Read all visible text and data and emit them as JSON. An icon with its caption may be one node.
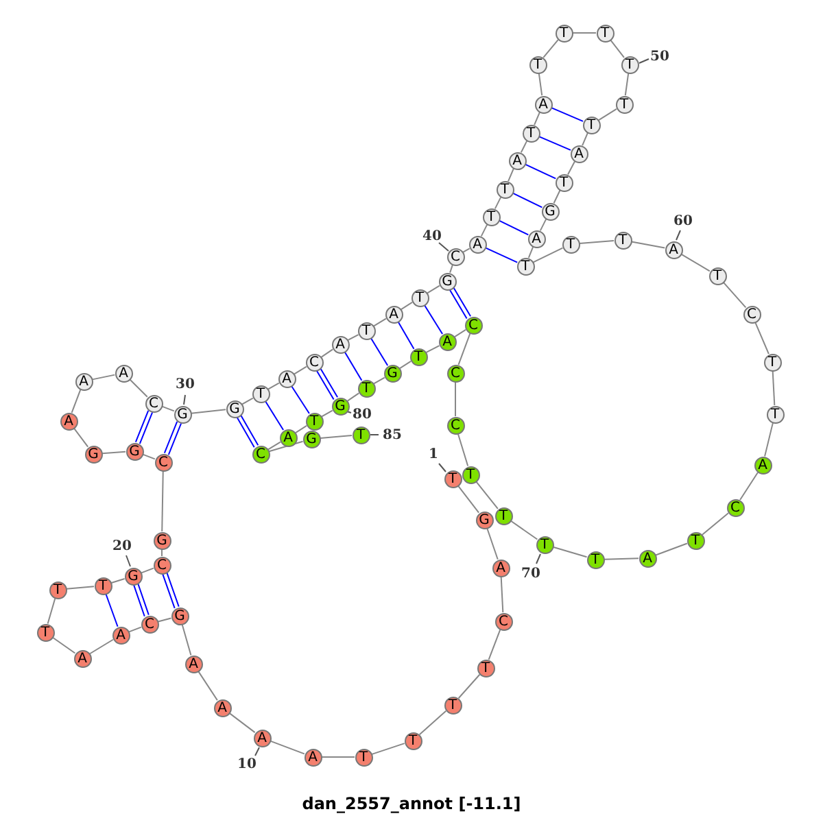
{
  "diagram": {
    "caption": "dan_2557_annot [-11.1]",
    "nodes": [
      {
        "text": [
          "T"
        ],
        "beside": [
          "1"
        ]
      },
      {
        "text": [
          "G"
        ]
      },
      {
        "text": [
          "A"
        ]
      },
      {
        "text": [
          "C"
        ]
      },
      {
        "text": [
          "T"
        ]
      },
      {
        "text": [
          "T"
        ]
      },
      {
        "text": [
          "T"
        ]
      },
      {
        "text": [
          "T"
        ]
      },
      {
        "text": [
          "A"
        ]
      },
      {
        "text": [
          "A"
        ],
        "beside": [
          "10"
        ]
      },
      {
        "text": [
          "A"
        ]
      },
      {
        "text": [
          "A"
        ]
      },
      {
        "text": [
          "G"
        ]
      },
      {
        "text": [
          "C"
        ]
      },
      {
        "text": [
          "A"
        ]
      },
      {
        "text": [
          "A"
        ]
      },
      {
        "text": [
          "T"
        ]
      },
      {
        "text": [
          "T"
        ]
      },
      {
        "text": [
          "T"
        ]
      },
      {
        "text": [
          "G"
        ],
        "beside": [
          "20"
        ]
      },
      {
        "text": [
          "C"
        ]
      },
      {
        "text": [
          "G"
        ]
      },
      {
        "text": [
          "C"
        ]
      },
      {
        "text": [
          "G"
        ]
      },
      {
        "text": [
          "G"
        ]
      },
      {
        "text": [
          "A"
        ]
      },
      {
        "text": [
          "A"
        ]
      },
      {
        "text": [
          "A"
        ]
      },
      {
        "text": [
          "C"
        ]
      },
      {
        "text": [
          "G"
        ],
        "beside": [
          "30"
        ]
      },
      {
        "text": [
          "G"
        ]
      },
      {
        "text": [
          "T"
        ]
      },
      {
        "text": [
          "A"
        ]
      },
      {
        "text": [
          "C"
        ]
      },
      {
        "text": [
          "A"
        ]
      },
      {
        "text": [
          "T"
        ]
      },
      {
        "text": [
          "A"
        ]
      },
      {
        "text": [
          "T"
        ]
      },
      {
        "text": [
          "G"
        ]
      },
      {
        "text": [
          "C"
        ],
        "beside": [
          "40"
        ]
      },
      {
        "text": [
          "A"
        ]
      },
      {
        "text": [
          "T"
        ]
      },
      {
        "text": [
          "T"
        ]
      },
      {
        "text": [
          "A"
        ]
      },
      {
        "text": [
          "T"
        ]
      },
      {
        "text": [
          "A"
        ]
      },
      {
        "text": [
          "T"
        ]
      },
      {
        "text": [
          "T"
        ]
      },
      {
        "text": [
          "T"
        ]
      },
      {
        "text": [
          "T"
        ],
        "beside": [
          "50"
        ]
      },
      {
        "text": [
          "T"
        ]
      },
      {
        "text": [
          "T"
        ]
      },
      {
        "text": [
          "A"
        ]
      },
      {
        "text": [
          "T"
        ]
      },
      {
        "text": [
          "G"
        ]
      },
      {
        "text": [
          "A"
        ]
      },
      {
        "text": [
          "T"
        ]
      },
      {
        "text": [
          "T"
        ]
      },
      {
        "text": [
          "T"
        ]
      },
      {
        "text": [
          "A"
        ],
        "beside": [
          "60"
        ]
      },
      {
        "text": [
          "T"
        ]
      },
      {
        "text": [
          "C"
        ]
      },
      {
        "text": [
          "T"
        ]
      },
      {
        "text": [
          "T"
        ]
      },
      {
        "text": [
          "A"
        ]
      },
      {
        "text": [
          "C"
        ]
      },
      {
        "text": [
          "T"
        ]
      },
      {
        "text": [
          "A"
        ]
      },
      {
        "text": [
          "T"
        ]
      },
      {
        "text": [
          "T"
        ],
        "beside": [
          "70"
        ]
      },
      {
        "text": [
          "T"
        ]
      },
      {
        "text": [
          "T"
        ]
      },
      {
        "text": [
          "C"
        ]
      },
      {
        "text": [
          "C"
        ]
      },
      {
        "text": [
          "C"
        ]
      },
      {
        "text": [
          "A"
        ]
      },
      {
        "text": [
          "T"
        ]
      },
      {
        "text": [
          "G"
        ]
      },
      {
        "text": [
          "T"
        ]
      },
      {
        "text": [
          "G"
        ],
        "beside": [
          "80"
        ]
      },
      {
        "text": [
          "T"
        ]
      },
      {
        "text": [
          "A"
        ]
      },
      {
        "text": [
          "C"
        ]
      },
      {
        "text": [
          "G"
        ]
      },
      {
        "text": [
          "T"
        ],
        "beside": [
          "85"
        ]
      }
    ],
    "edges": [
      {
        "from": 0,
        "to": 1,
        "arrow": "none"
      },
      {
        "from": 1,
        "to": 2,
        "arrow": "none"
      },
      {
        "from": 2,
        "to": 3,
        "arrow": "none"
      },
      {
        "from": 3,
        "to": 4,
        "arrow": "none"
      },
      {
        "from": 4,
        "to": 5,
        "arrow": "none"
      },
      {
        "from": 5,
        "to": 6,
        "arrow": "none"
      },
      {
        "from": 6,
        "to": 7,
        "arrow": "none"
      },
      {
        "from": 7,
        "to": 8,
        "arrow": "none"
      },
      {
        "from": 8,
        "to": 9,
        "arrow": "none"
      },
      {
        "from": 9,
        "to": 10,
        "arrow": "none"
      },
      {
        "from": 10,
        "to": 11,
        "arrow": "none"
      },
      {
        "from": 11,
        "to": 12,
        "arrow": "none"
      },
      {
        "from": 12,
        "to": 13,
        "arrow": "none"
      },
      {
        "from": 13,
        "to": 14,
        "arrow": "none"
      },
      {
        "from": 14,
        "to": 15,
        "arrow": "none"
      },
      {
        "from": 15,
        "to": 16,
        "arrow": "none"
      },
      {
        "from": 16,
        "to": 17,
        "arrow": "none"
      },
      {
        "from": 17,
        "to": 18,
        "arrow": "none"
      },
      {
        "from": 18,
        "to": 19,
        "arrow": "none"
      },
      {
        "from": 19,
        "to": 20,
        "arrow": "none"
      },
      {
        "from": 20,
        "to": 21,
        "arrow": "none"
      },
      {
        "from": 21,
        "to": 22,
        "arrow": "none"
      },
      {
        "from": 22,
        "to": 23,
        "arrow": "none"
      },
      {
        "from": 23,
        "to": 24,
        "arrow": "none"
      },
      {
        "from": 24,
        "to": 25,
        "arrow": "none"
      },
      {
        "from": 25,
        "to": 26,
        "arrow": "none"
      },
      {
        "from": 26,
        "to": 27,
        "arrow": "none"
      },
      {
        "from": 27,
        "to": 28,
        "arrow": "none"
      },
      {
        "from": 28,
        "to": 29,
        "arrow": "none"
      },
      {
        "from": 29,
        "to": 30,
        "arrow": "none"
      },
      {
        "from": 30,
        "to": 31,
        "arrow": "none"
      },
      {
        "from": 31,
        "to": 32,
        "arrow": "none"
      },
      {
        "from": 32,
        "to": 33,
        "arrow": "none"
      },
      {
        "from": 33,
        "to": 34,
        "arrow": "none"
      },
      {
        "from": 34,
        "to": 35,
        "arrow": "none"
      },
      {
        "from": 35,
        "to": 36,
        "arrow": "none"
      },
      {
        "from": 36,
        "to": 37,
        "arrow": "none"
      },
      {
        "from": 37,
        "to": 38,
        "arrow": "none"
      },
      {
        "from": 38,
        "to": 39,
        "arrow": "none"
      },
      {
        "from": 39,
        "to": 40,
        "arrow": "none"
      },
      {
        "from": 40,
        "to": 41,
        "arrow": "none"
      },
      {
        "from": 41,
        "to": 42,
        "arrow": "none"
      },
      {
        "from": 42,
        "to": 43,
        "arrow": "none"
      },
      {
        "from": 43,
        "to": 44,
        "arrow": "none"
      },
      {
        "from": 44,
        "to": 45,
        "arrow": "none"
      },
      {
        "from": 45,
        "to": 46,
        "arrow": "none"
      },
      {
        "from": 46,
        "to": 47,
        "arrow": "none"
      },
      {
        "from": 47,
        "to": 48,
        "arrow": "none"
      },
      {
        "from": 48,
        "to": 49,
        "arrow": "none"
      },
      {
        "from": 49,
        "to": 50,
        "arrow": "none"
      },
      {
        "from": 50,
        "to": 51,
        "arrow": "none"
      },
      {
        "from": 51,
        "to": 52,
        "arrow": "none"
      },
      {
        "from": 52,
        "to": 53,
        "arrow": "none"
      },
      {
        "from": 53,
        "to": 54,
        "arrow": "none"
      },
      {
        "from": 54,
        "to": 55,
        "arrow": "none"
      },
      {
        "from": 55,
        "to": 56,
        "arrow": "none"
      },
      {
        "from": 56,
        "to": 57,
        "arrow": "none"
      },
      {
        "from": 57,
        "to": 58,
        "arrow": "none"
      },
      {
        "from": 58,
        "to": 59,
        "arrow": "none"
      },
      {
        "from": 59,
        "to": 60,
        "arrow": "none"
      },
      {
        "from": 60,
        "to": 61,
        "arrow": "none"
      },
      {
        "from": 61,
        "to": 62,
        "arrow": "none"
      },
      {
        "from": 62,
        "to": 63,
        "arrow": "none"
      },
      {
        "from": 63,
        "to": 64,
        "arrow": "none"
      },
      {
        "from": 64,
        "to": 65,
        "arrow": "none"
      },
      {
        "from": 65,
        "to": 66,
        "arrow": "none"
      },
      {
        "from": 66,
        "to": 67,
        "arrow": "none"
      },
      {
        "from": 67,
        "to": 68,
        "arrow": "none"
      },
      {
        "from": 68,
        "to": 69,
        "arrow": "none"
      },
      {
        "from": 69,
        "to": 70,
        "arrow": "none"
      },
      {
        "from": 70,
        "to": 71,
        "arrow": "none"
      },
      {
        "from": 71,
        "to": 72,
        "arrow": "none"
      },
      {
        "from": 72,
        "to": 73,
        "arrow": "none"
      },
      {
        "from": 73,
        "to": 74,
        "arrow": "none"
      },
      {
        "from": 74,
        "to": 75,
        "arrow": "none"
      },
      {
        "from": 75,
        "to": 76,
        "arrow": "none"
      },
      {
        "from": 76,
        "to": 77,
        "arrow": "none"
      },
      {
        "from": 77,
        "to": 78,
        "arrow": "none"
      },
      {
        "from": 78,
        "to": 79,
        "arrow": "none"
      },
      {
        "from": 79,
        "to": 80,
        "arrow": "none"
      },
      {
        "from": 80,
        "to": 81,
        "arrow": "none"
      },
      {
        "from": 81,
        "to": 82,
        "arrow": "none"
      },
      {
        "from": 82,
        "to": 83,
        "arrow": "none"
      },
      {
        "from": 83,
        "to": 84,
        "arrow": "none"
      },
      {
        "from": 12,
        "to": 20,
        "arrow": "none",
        "color": "#0000ff"
      },
      {
        "from": 13,
        "to": 19,
        "arrow": "none",
        "color": "#0000ff"
      },
      {
        "from": 14,
        "to": 18,
        "arrow": "none",
        "color": "#0000ff"
      },
      {
        "from": 22,
        "to": 29,
        "arrow": "none",
        "color": "#0000ff"
      },
      {
        "from": 23,
        "to": 28,
        "arrow": "none",
        "color": "#0000ff"
      },
      {
        "from": 30,
        "to": 82,
        "arrow": "none",
        "color": "#0000ff"
      },
      {
        "from": 31,
        "to": 81,
        "arrow": "none",
        "color": "#0000ff"
      },
      {
        "from": 32,
        "to": 80,
        "arrow": "none",
        "color": "#0000ff"
      },
      {
        "from": 33,
        "to": 79,
        "arrow": "none",
        "color": "#0000ff"
      },
      {
        "from": 34,
        "to": 78,
        "arrow": "none",
        "color": "#0000ff"
      },
      {
        "from": 35,
        "to": 77,
        "arrow": "none",
        "color": "#0000ff"
      },
      {
        "from": 36,
        "to": 76,
        "arrow": "none",
        "color": "#0000ff"
      },
      {
        "from": 37,
        "to": 75,
        "arrow": "none",
        "color": "#0000ff"
      },
      {
        "from": 38,
        "to": 74,
        "arrow": "none",
        "color": "#0000ff"
      },
      {
        "from": 40,
        "to": 56,
        "arrow": "none",
        "color": "#0000ff"
      },
      {
        "from": 41,
        "to": 55,
        "arrow": "none",
        "color": "#0000ff"
      },
      {
        "from": 42,
        "to": 54,
        "arrow": "none",
        "color": "#0000ff"
      },
      {
        "from": 43,
        "to": 53,
        "arrow": "none",
        "color": "#0000ff"
      },
      {
        "from": 44,
        "to": 52,
        "arrow": "none",
        "color": "#0000ff"
      },
      {
        "from": 45,
        "to": 51,
        "arrow": "none",
        "color": "#0000ff"
      }
    ]
  }
}
